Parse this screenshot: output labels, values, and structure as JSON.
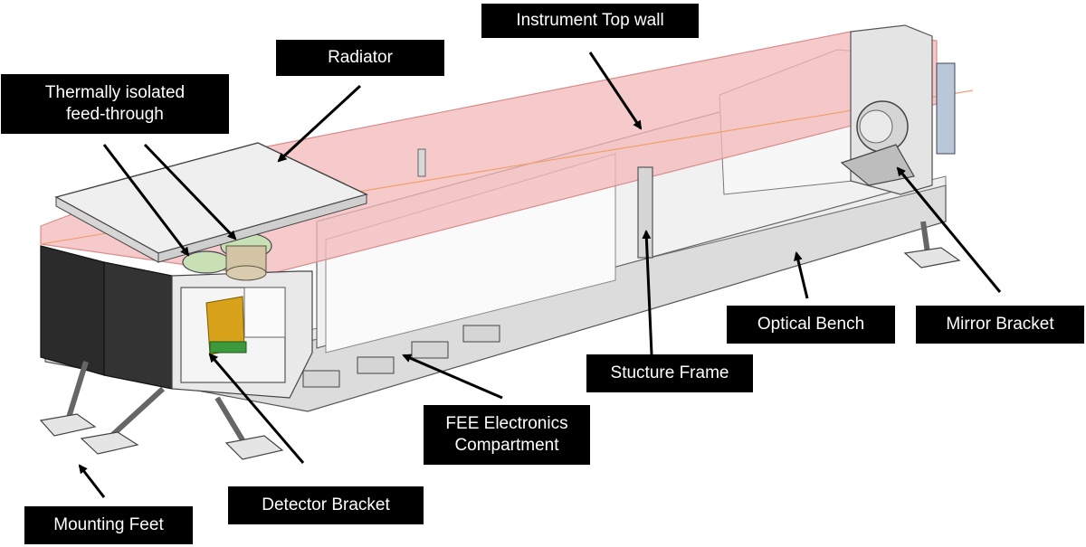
{
  "labels": {
    "instrument_top_wall": "Instrument Top wall",
    "radiator": "Radiator",
    "feedthrough_line1": "Thermally isolated",
    "feedthrough_line2": "feed-through",
    "optical_bench": "Optical Bench",
    "mirror_bracket": "Mirror Bracket",
    "structure_frame": "Stucture Frame",
    "fee_line1": "FEE Electronics",
    "fee_line2": "Compartment",
    "detector_bracket": "Detector Bracket",
    "mounting_feet": "Mounting Feet"
  },
  "colors": {
    "label_background": "#000000",
    "label_text": "#ffffff",
    "top_wall_tint": "#f3b8b8",
    "chassis": "#e6e6e6",
    "electronics_block": "#2b2b2b",
    "detector_board": "#d8a21a",
    "feedthrough": "#c9dfb4"
  }
}
